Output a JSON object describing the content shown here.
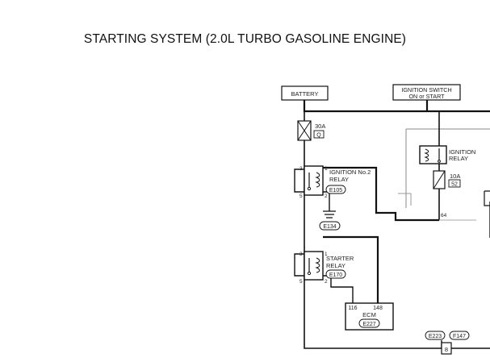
{
  "title": "STARTING SYSTEM (2.0L TURBO GASOLINE ENGINE)",
  "components": {
    "battery": {
      "label": "BATTERY"
    },
    "ignition_switch": {
      "label_line1": "IGNITION SWITCH",
      "label_line2": "ON or START"
    },
    "fuse_30a": {
      "rating": "30A",
      "code": "Q"
    },
    "ignition_no2_relay": {
      "label_line1": "IGNITION No.2",
      "label_line2": "RELAY",
      "connector": "E105",
      "pins": [
        "3",
        "1",
        "5",
        "2"
      ]
    },
    "ground": {
      "connector": "E134"
    },
    "starter_relay": {
      "label_line1": "STARTER",
      "label_line2": "RELAY",
      "connector": "E170",
      "pins": [
        "3",
        "1",
        "5",
        "2"
      ]
    },
    "ecm": {
      "label": "ECM",
      "connector": "E227",
      "pin_a": "116",
      "pin_b": "148"
    },
    "ignition_relay": {
      "label_line1": "IGNITION",
      "label_line2": "RELAY"
    },
    "fuse_10a": {
      "rating": "10A",
      "code": "52"
    },
    "junction": {
      "pin": "64"
    },
    "joint_connectors": {
      "left": "E223",
      "right": "F147",
      "pin": "8"
    }
  }
}
